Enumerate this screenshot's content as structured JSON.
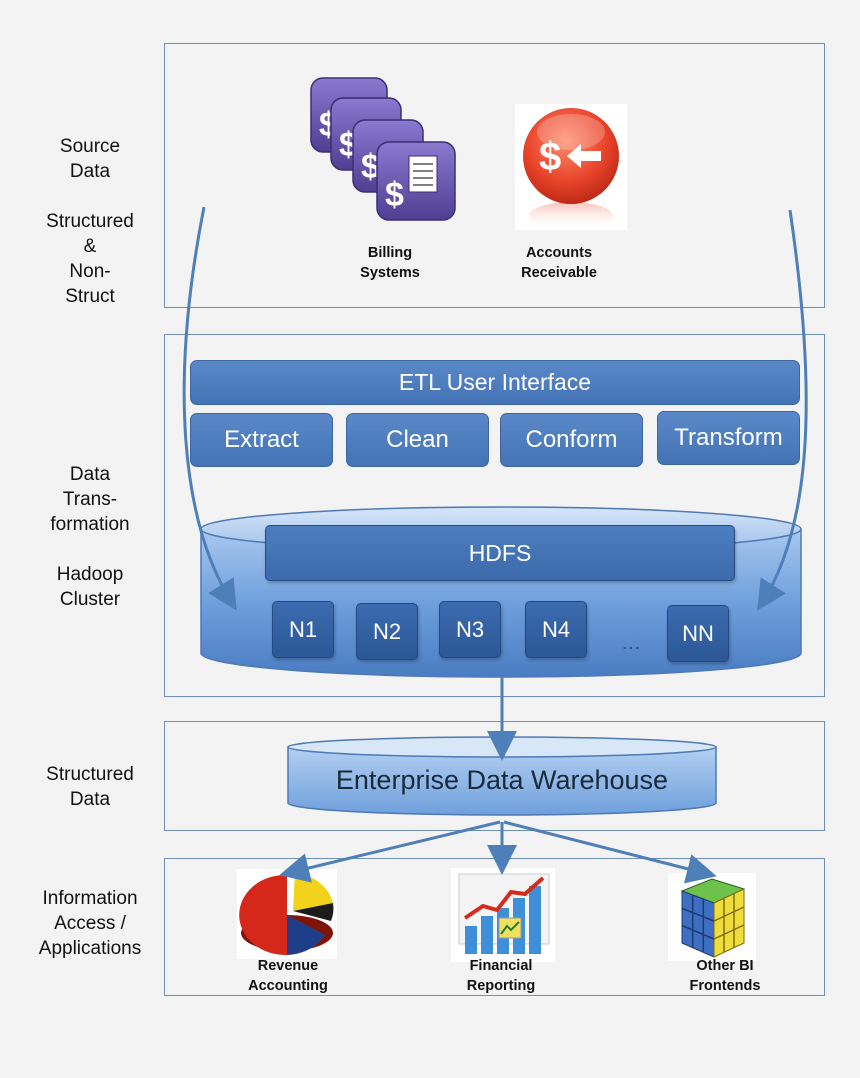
{
  "layers": [
    {
      "id": "source",
      "label": "Source\nData\n\nStructured\n&\nNon-\nStruct"
    },
    {
      "id": "transform",
      "label": "Data\nTrans-\nformation\n\nHadoop\nCluster"
    },
    {
      "id": "structured",
      "label": "Structured\nData"
    },
    {
      "id": "access",
      "label": "Information\nAccess /\nApplications"
    }
  ],
  "sources": [
    {
      "label": "Billing\nSystems",
      "icon": "billing-systems-icon"
    },
    {
      "label": "Accounts\nReceivable",
      "icon": "accounts-receivable-icon"
    }
  ],
  "etl": {
    "ui_label": "ETL User Interface",
    "steps": [
      "Extract",
      "Clean",
      "Conform",
      "Transform"
    ]
  },
  "hadoop": {
    "hdfs_label": "HDFS",
    "nodes": [
      "N1",
      "N2",
      "N3",
      "N4",
      "NN"
    ],
    "ellipsis": "…"
  },
  "warehouse": {
    "label": "Enterprise Data Warehouse"
  },
  "applications": [
    {
      "label": "Revenue\nAccounting",
      "icon": "pie-chart-icon"
    },
    {
      "label": "Financial\nReporting",
      "icon": "bar-chart-icon"
    },
    {
      "label": "Other BI\nFrontends",
      "icon": "cube-icon"
    }
  ],
  "colors": {
    "section_border": "#6f8fb8",
    "etl_blue": "#4a7bbd",
    "node_blue": "#2f5b9a",
    "arrow": "#4f7fb8",
    "billing_purple": "#6655a8",
    "ar_red": "#e8432a"
  }
}
